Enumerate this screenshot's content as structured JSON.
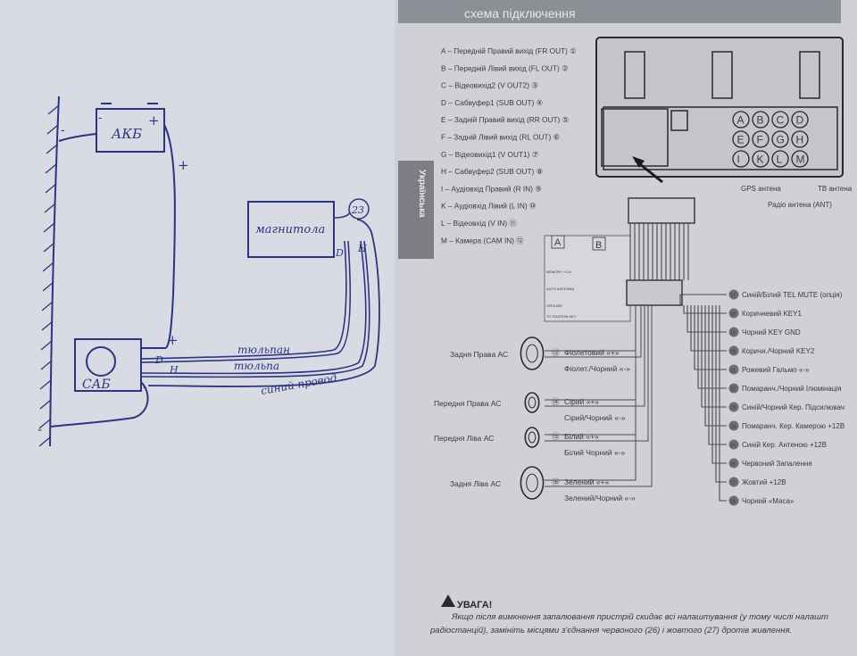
{
  "handwritten": {
    "battery": "АКБ",
    "head_unit": "магнитола",
    "sub": "САБ",
    "plus": "+",
    "minus": "-",
    "pin": "23",
    "label_d": "D",
    "label_h": "H",
    "wire_tulip1": "тюльпан",
    "wire_tulip2": "тюльпа",
    "wire_blue": "синий провод"
  },
  "manual": {
    "header": "схема підключення",
    "side_tab": "Українська",
    "rca_outputs": [
      "A – Передній Правий вихід (FR OUT) ①",
      "B – Передній Лівий вихід (FL OUT) ②",
      "C – Відеовихід2 (V OUT2) ③",
      "D – Сабвуфер1 (SUB OUT) ④",
      "E – Задній Правий вихід (RR OUT) ⑤",
      "F – Задній Лівий вихід (RL OUT) ⑥",
      "G – Відеовихід1 (V OUT1) ⑦",
      "H – Сабвуфер2 (SUB OUT) ⑧",
      "I – Аудіовхід Правий (R IN) ⑨",
      "K – Аудіовхід Лівий (L IN) ⑩",
      "L – Відеовхід (V IN) ⑪",
      "M – Камера (CAM IN) ⑫"
    ],
    "connector_letters": [
      "A",
      "B",
      "C",
      "D",
      "E",
      "F",
      "G",
      "H",
      "I",
      "K",
      "L",
      "M"
    ],
    "gps": "GPS антена",
    "tv": "ТВ антена",
    "radio": "Радіо антена (ANT)",
    "block_a": "A",
    "block_b": "B",
    "block_labels": [
      "MEMORY +12V",
      "AUTO ANTENNA",
      "GROUND",
      "TO IGNITION KEY"
    ],
    "speakers": [
      {
        "name": "Задня Права АС",
        "num": "⑬",
        "pos": "Фіолетовий «+»",
        "neg": "Фіолет./Чорний «-»"
      },
      {
        "name": "Передня Права АС",
        "num": "⑭",
        "pos": "Сірий «+»",
        "neg": "Сірий/Чорний «-»"
      },
      {
        "name": "Передня Ліва АС",
        "num": "⑮",
        "pos": "Білий «+»",
        "neg": "Білий Чорний «-»"
      },
      {
        "name": "Задня Ліва АС",
        "num": "⑯",
        "pos": "Зелений «+»",
        "neg": "Зелений/Чорний «-»"
      }
    ],
    "wires": [
      {
        "num": "17",
        "label": "Синій/Білий TEL MUTE (опція)"
      },
      {
        "num": "18",
        "label": "Коричневий KEY1"
      },
      {
        "num": "19",
        "label": "Чорний KEY GND"
      },
      {
        "num": "20",
        "label": "Коричн./Чорний KEY2"
      },
      {
        "num": "21",
        "label": "Рожевий Гальмо «-»"
      },
      {
        "num": "22",
        "label": "Помаранч./Чорний Ілюмінація"
      },
      {
        "num": "23",
        "label": "Синій/Чорний Кер. Підсилювач"
      },
      {
        "num": "24",
        "label": "Помаранч. Кер. Камерою +12В"
      },
      {
        "num": "25",
        "label": "Синій Кер. Антеною +12В"
      },
      {
        "num": "26",
        "label": "Червоний Запалення"
      },
      {
        "num": "27",
        "label": "Жовтий +12В"
      },
      {
        "num": "28",
        "label": "Чорний «Маса»"
      }
    ],
    "warning_title": "УВАГА!",
    "warning_line1": "Якщо після вимкнення запалювання пристрій скидає всі налаштування (у тому числі налашт",
    "warning_line2": "радіостанцій), замініть місцями з'єднання червоного (26) і жовтого (27) дротів живлення."
  }
}
